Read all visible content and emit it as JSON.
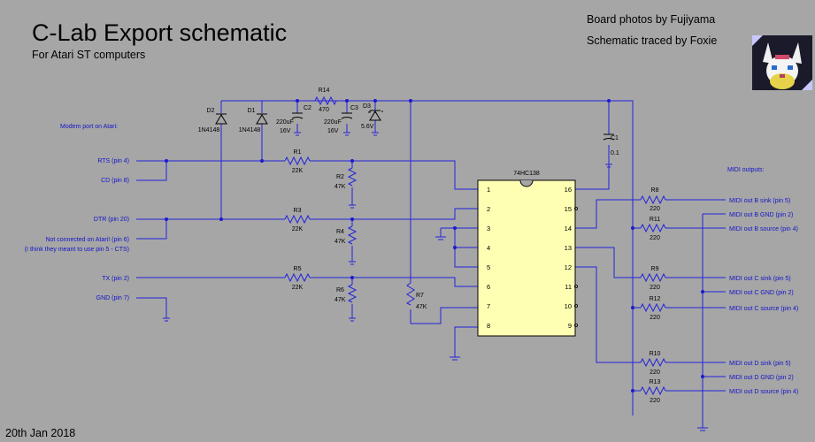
{
  "header": {
    "title": "C-Lab Export schematic",
    "subtitle": "For Atari ST computers",
    "credit_photos": "Board photos by Fujiyama",
    "credit_trace": "Schematic traced by Foxie",
    "date": "20th Jan 2018"
  },
  "left_labels": {
    "modem": "Modem port on Atari:",
    "rts": "RTS (pin 4)",
    "cd": "CD (pin 8)",
    "dtr": "DTR (pin 20)",
    "nc1": "Not connected on Atari! (pin 6)",
    "nc2": "(I think they meant to use pin 5 - CTS)",
    "tx": "TX (pin 2)",
    "gnd": "GND (pin 7)"
  },
  "components": {
    "d2": {
      "ref": "D2",
      "value": "1N4148"
    },
    "d1": {
      "ref": "D1",
      "value": "1N4148"
    },
    "c2": {
      "ref": "C2",
      "value1": "220uF",
      "value2": "16V"
    },
    "r14": {
      "ref": "R14",
      "value": "470"
    },
    "c3": {
      "ref": "C3",
      "value1": "220uF",
      "value2": "16V"
    },
    "d3": {
      "ref": "D3",
      "value": "5.6V"
    },
    "c1": {
      "ref": "C1",
      "value": "0.1"
    },
    "r1": {
      "ref": "R1",
      "value": "22K"
    },
    "r2": {
      "ref": "R2",
      "value": "47K"
    },
    "r3": {
      "ref": "R3",
      "value": "22K"
    },
    "r4": {
      "ref": "R4",
      "value": "47K"
    },
    "r5": {
      "ref": "R5",
      "value": "22K"
    },
    "r6": {
      "ref": "R6",
      "value": "47K"
    },
    "r7": {
      "ref": "R7",
      "value": "47K"
    },
    "r8": {
      "ref": "R8",
      "value": "220"
    },
    "r11": {
      "ref": "R11",
      "value": "220"
    },
    "r9": {
      "ref": "R9",
      "value": "220"
    },
    "r12": {
      "ref": "R12",
      "value": "220"
    },
    "r10": {
      "ref": "R10",
      "value": "220"
    },
    "r13": {
      "ref": "R13",
      "value": "220"
    }
  },
  "ic": {
    "name": "74HC138",
    "left_pins": [
      "1",
      "2",
      "3",
      "4",
      "5",
      "6",
      "7",
      "8"
    ],
    "right_pins": [
      "16",
      "15",
      "14",
      "13",
      "12",
      "11",
      "10",
      "9"
    ]
  },
  "midi": {
    "heading": "MIDI outputs:",
    "b_sink": "MIDI out B sink (pin 5)",
    "b_gnd": "MIDI out B GND (pin 2)",
    "b_source": "MIDI out B source (pin 4)",
    "c_sink": "MIDI out C sink (pin 5)",
    "c_gnd": "MIDI out C GND (pin 2)",
    "c_source": "MIDI out C source (pin 4)",
    "d_sink": "MIDI out D sink (pin 5)",
    "d_gnd": "MIDI out D GND (pin 2)",
    "d_source": "MIDI out D source (pin 4)"
  },
  "colors": {
    "background": "#a6a6a6",
    "wire": "#2222dd",
    "ic_fill": "#ffffb4"
  }
}
